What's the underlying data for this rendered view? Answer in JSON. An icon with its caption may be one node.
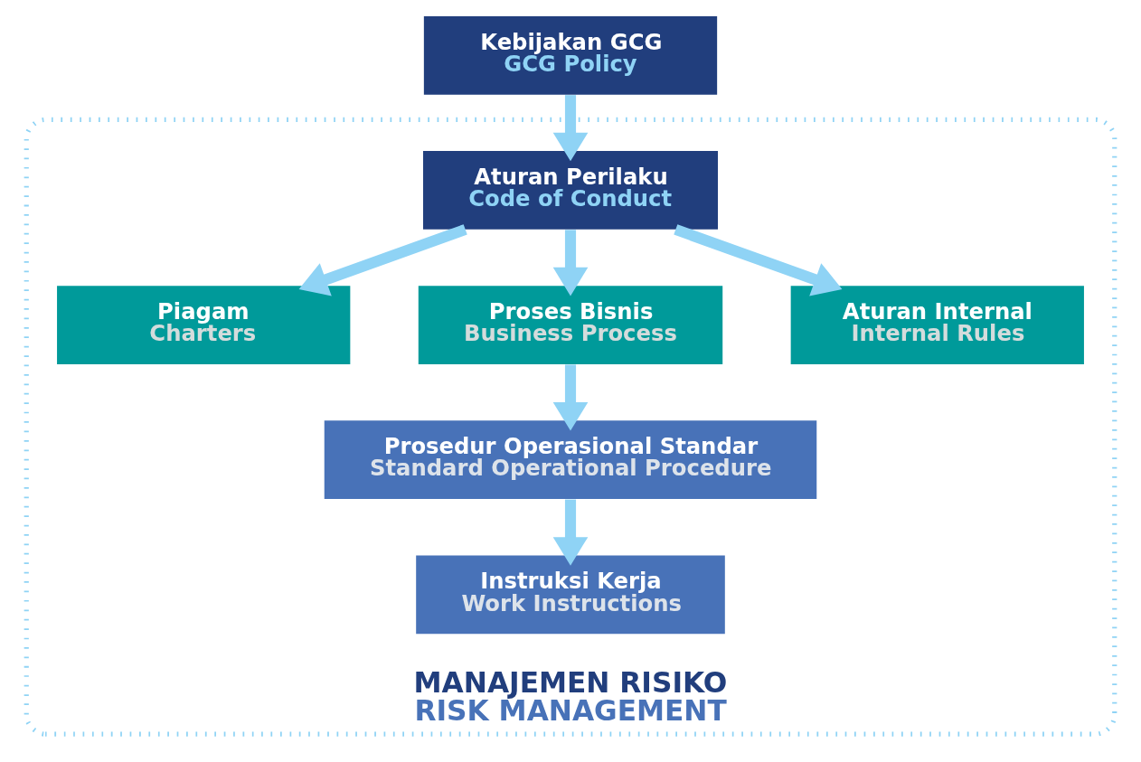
{
  "diagram": {
    "nodes": [
      {
        "text": [
          "MANAJEMEN RISIKO",
          "RISK MANAGEMENT"
        ]
      },
      {
        "text": [
          "Kebijakan GCG",
          "GCG Policy"
        ]
      },
      {
        "text": [
          "Aturan Perilaku",
          "Code of Conduct"
        ],
        "in": 0
      },
      {
        "text": [
          "Piagam",
          "Charters"
        ],
        "in": 0
      },
      {
        "text": [
          "Proses Bisnis",
          "Business Process"
        ],
        "in": 0
      },
      {
        "text": [
          "Aturan Internal",
          "Internal Rules"
        ],
        "in": 0
      },
      {
        "text": [
          "Prosedur Operasional Standar",
          "Standard Operational Procedure"
        ],
        "in": 0
      },
      {
        "text": [
          "Instruksi Kerja",
          "Work Instructions"
        ],
        "in": 0
      }
    ],
    "edges": [
      {
        "from": 1,
        "to": 2,
        "arrow": "to"
      },
      {
        "from": 2,
        "to": 3,
        "arrow": "to"
      },
      {
        "from": 2,
        "to": 4,
        "arrow": "to"
      },
      {
        "from": 2,
        "to": 5,
        "arrow": "to"
      },
      {
        "from": 4,
        "to": 6,
        "arrow": "to"
      },
      {
        "from": 6,
        "to": 7,
        "arrow": "to"
      }
    ]
  }
}
